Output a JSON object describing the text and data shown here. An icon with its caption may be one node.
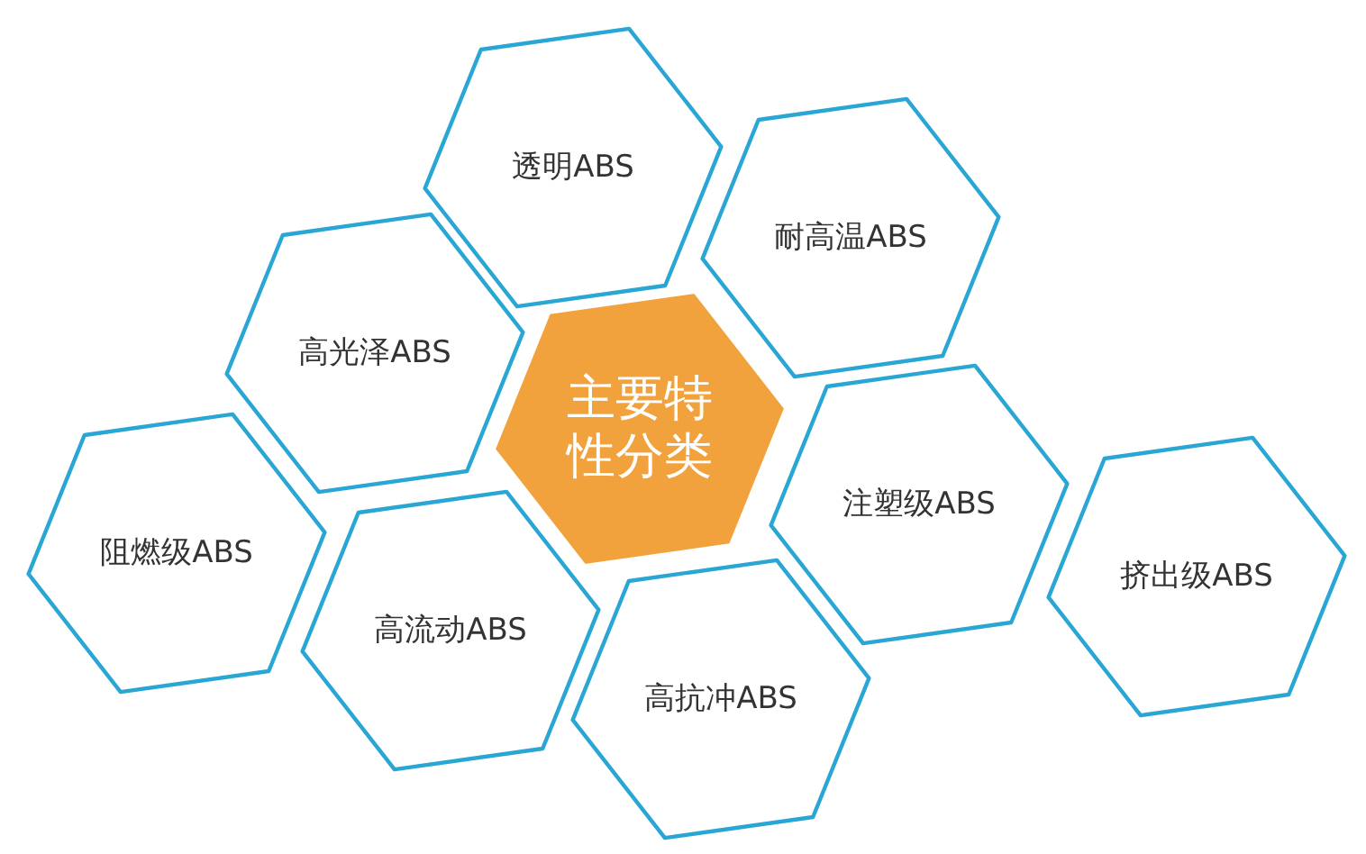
{
  "diagram": {
    "nodes": [
      {
        "text": [
          "透明ABS"
        ]
      },
      {
        "text": [
          "耐高温ABS"
        ]
      },
      {
        "text": [
          "高光泽ABS"
        ]
      },
      {
        "text": [
          "主要特性分类"
        ]
      },
      {
        "text": [
          "注塑级ABS"
        ]
      },
      {
        "text": [
          "阻燃级ABS"
        ]
      },
      {
        "text": [
          "挤出级ABS"
        ]
      },
      {
        "text": [
          "高流动ABS"
        ]
      },
      {
        "text": [
          "高抗冲ABS"
        ]
      }
    ]
  }
}
